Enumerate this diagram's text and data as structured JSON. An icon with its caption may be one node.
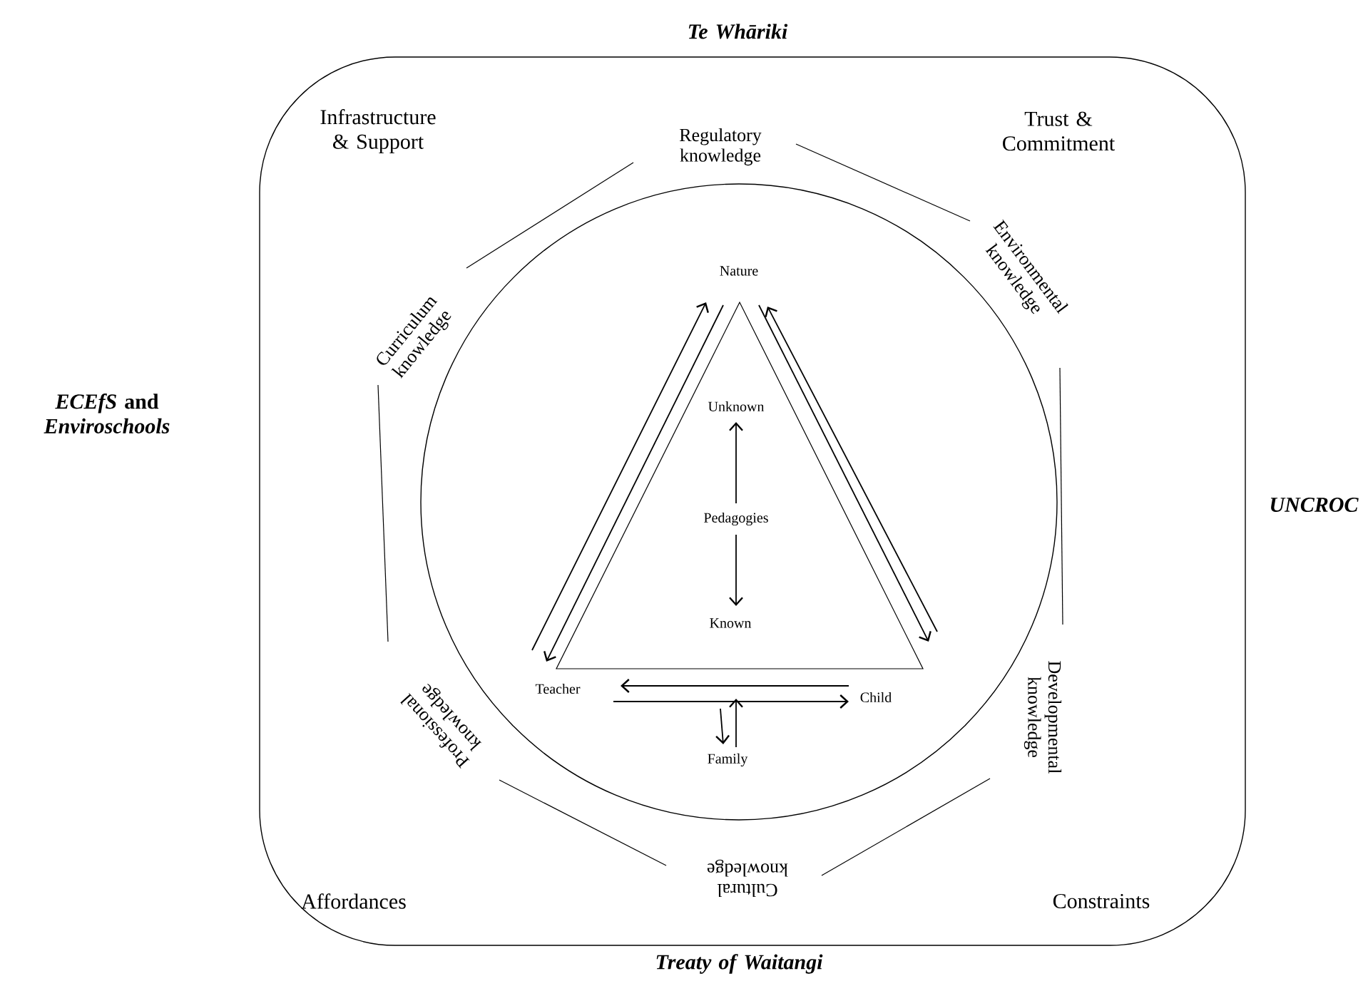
{
  "diagram": {
    "nodes": [
      {
        "text": [],
        "shape": "box"
      },
      {
        "text": [],
        "shape": "circle",
        "in": 0
      },
      {
        "text": [
          "Regulatory knowledge"
        ],
        "in": 0
      },
      {
        "text": [
          "Environmental knowledge"
        ],
        "in": 0
      },
      {
        "text": [
          "Developmental knowledge"
        ],
        "in": 0
      },
      {
        "text": [
          "Cultural knowledge"
        ],
        "in": 0
      },
      {
        "text": [
          "Professional knowledge"
        ],
        "in": 0
      },
      {
        "text": [
          "Curriculum knowledge"
        ],
        "in": 0
      },
      {
        "text": [],
        "shape": "triangle",
        "in": 1
      },
      {
        "text": [
          "Nature"
        ],
        "in": 1
      },
      {
        "text": [
          "Unknown"
        ],
        "in": 8
      },
      {
        "text": [
          "Pedagogies"
        ],
        "in": 8
      },
      {
        "text": [
          "Known"
        ],
        "in": 8
      },
      {
        "text": [
          "Teacher"
        ],
        "in": 1
      },
      {
        "text": [
          "Child"
        ],
        "in": 1
      },
      {
        "text": [
          "Family"
        ],
        "in": 1
      }
    ],
    "edges": [
      {
        "from": 2,
        "to": 3,
        "arrow": "none"
      },
      {
        "from": 3,
        "to": 4,
        "arrow": "none"
      },
      {
        "from": 4,
        "to": 5,
        "arrow": "none"
      },
      {
        "from": 5,
        "to": 6,
        "arrow": "none"
      },
      {
        "from": 6,
        "to": 7,
        "arrow": "none"
      },
      {
        "from": 7,
        "to": 2,
        "arrow": "none"
      },
      {
        "from": 13,
        "to": 9,
        "arrow": "to"
      },
      {
        "from": 9,
        "to": 13,
        "arrow": "to"
      },
      {
        "from": 14,
        "to": 9,
        "arrow": "to"
      },
      {
        "from": 9,
        "to": 14,
        "arrow": "to"
      },
      {
        "from": 14,
        "to": 13,
        "arrow": "to"
      },
      {
        "from": 13,
        "to": 14,
        "arrow": "to"
      },
      {
        "from": null,
        "to": 15,
        "arrow": "to"
      },
      {
        "from": 15,
        "to": null,
        "arrow": "to"
      },
      {
        "from": 11,
        "to": 10,
        "arrow": "to"
      },
      {
        "from": 11,
        "to": 12,
        "arrow": "to"
      }
    ],
    "labels": [
      "Te Whāriki",
      "Infrastructure & Support",
      "Trust & Commitment",
      "*ECEfS* and *Enviroschools*",
      "UNCROC",
      "Affordances",
      "Constraints",
      "Treaty of Waitangi"
    ]
  }
}
